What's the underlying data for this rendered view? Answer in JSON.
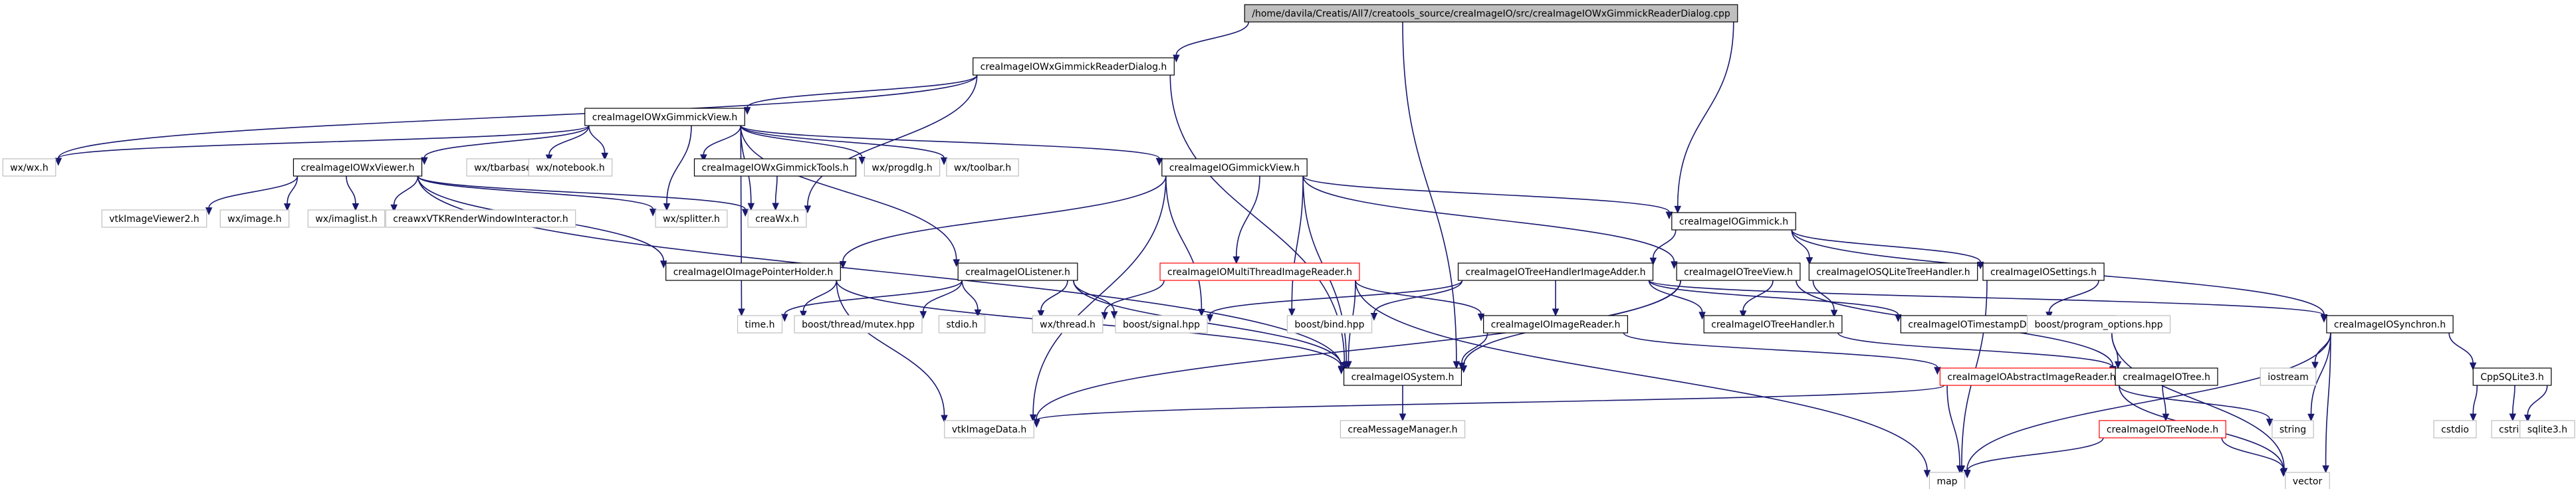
{
  "colors": {
    "edge": "#191970",
    "root_fill": "#bfbfbf",
    "node_fill": "#ffffff",
    "documented_border": "#000000",
    "undocumented_border": "#bfbfbf",
    "missing_border": "#ff0000",
    "text": "#000000"
  },
  "nodes": [
    {
      "id": "root",
      "label": "/home/davila/Creatis/All7/creatools_source/creaImageIO/src/creaImageIOWxGimmickReaderDialog.cpp",
      "kind": "root"
    },
    {
      "id": "n_readerdialog",
      "label": "creaImageIOWxGimmickReaderDialog.h",
      "kind": "documented"
    },
    {
      "id": "n_wxgimmickview",
      "label": "creaImageIOWxGimmickView.h",
      "kind": "documented"
    },
    {
      "id": "n_wxh",
      "label": "wx/wx.h",
      "kind": "external"
    },
    {
      "id": "n_wxviewer",
      "label": "creaImageIOWxViewer.h",
      "kind": "documented"
    },
    {
      "id": "n_tbarbase",
      "label": "wx/tbarbase.h",
      "kind": "external"
    },
    {
      "id": "n_notebook",
      "label": "wx/notebook.h",
      "kind": "external"
    },
    {
      "id": "n_wxgimmicktools",
      "label": "creaImageIOWxGimmickTools.h",
      "kind": "documented"
    },
    {
      "id": "n_progdlg",
      "label": "wx/progdlg.h",
      "kind": "external"
    },
    {
      "id": "n_toolbar",
      "label": "wx/toolbar.h",
      "kind": "external"
    },
    {
      "id": "n_gimmickview",
      "label": "creaImageIOGimmickView.h",
      "kind": "documented"
    },
    {
      "id": "n_gimmick",
      "label": "creaImageIOGimmick.h",
      "kind": "documented"
    },
    {
      "id": "n_vtkviewer2",
      "label": "vtkImageViewer2.h",
      "kind": "external"
    },
    {
      "id": "n_wximage",
      "label": "wx/image.h",
      "kind": "external"
    },
    {
      "id": "n_imaglist",
      "label": "wx/imaglist.h",
      "kind": "external"
    },
    {
      "id": "n_crearender",
      "label": "creawxVTKRenderWindowInteractor.h",
      "kind": "external"
    },
    {
      "id": "n_splitter",
      "label": "wx/splitter.h",
      "kind": "external"
    },
    {
      "id": "n_creawx",
      "label": "creaWx.h",
      "kind": "external"
    },
    {
      "id": "n_pointerholder",
      "label": "creaImageIOImagePointerHolder.h",
      "kind": "documented"
    },
    {
      "id": "n_listener",
      "label": "creaImageIOListener.h",
      "kind": "documented"
    },
    {
      "id": "n_multithread",
      "label": "creaImageIOMultiThreadImageReader.h",
      "kind": "missing"
    },
    {
      "id": "n_treehandleradder",
      "label": "creaImageIOTreeHandlerImageAdder.h",
      "kind": "documented"
    },
    {
      "id": "n_treeview",
      "label": "creaImageIOTreeView.h",
      "kind": "documented"
    },
    {
      "id": "n_sqlitetreehandler",
      "label": "creaImageIOSQLiteTreeHandler.h",
      "kind": "documented"
    },
    {
      "id": "n_settings",
      "label": "creaImageIOSettings.h",
      "kind": "documented"
    },
    {
      "id": "n_timeh",
      "label": "time.h",
      "kind": "external"
    },
    {
      "id": "n_mutex",
      "label": "boost/thread/mutex.hpp",
      "kind": "external"
    },
    {
      "id": "n_stdio",
      "label": "stdio.h",
      "kind": "external"
    },
    {
      "id": "n_wxthread",
      "label": "wx/thread.h",
      "kind": "external"
    },
    {
      "id": "n_signal",
      "label": "boost/signal.hpp",
      "kind": "external"
    },
    {
      "id": "n_bind",
      "label": "boost/bind.hpp",
      "kind": "external"
    },
    {
      "id": "n_imagereader",
      "label": "creaImageIOImageReader.h",
      "kind": "documented"
    },
    {
      "id": "n_treehandler",
      "label": "creaImageIOTreeHandler.h",
      "kind": "documented"
    },
    {
      "id": "n_timestampdb",
      "label": "creaImageIOTimestampDatabaseHandler.h",
      "kind": "documented"
    },
    {
      "id": "n_progopts",
      "label": "boost/program_options.hpp",
      "kind": "external"
    },
    {
      "id": "n_synchron",
      "label": "creaImageIOSynchron.h",
      "kind": "documented"
    },
    {
      "id": "n_system",
      "label": "creaImageIOSystem.h",
      "kind": "documented"
    },
    {
      "id": "n_abstractreader",
      "label": "creaImageIOAbstractImageReader.h",
      "kind": "missing"
    },
    {
      "id": "n_tree",
      "label": "creaImageIOTree.h",
      "kind": "documented"
    },
    {
      "id": "n_iostream",
      "label": "iostream",
      "kind": "external"
    },
    {
      "id": "n_cppsqlite",
      "label": "CppSQLite3.h",
      "kind": "documented"
    },
    {
      "id": "n_vtkimagedata",
      "label": "vtkImageData.h",
      "kind": "external"
    },
    {
      "id": "n_messagemanager",
      "label": "creaMessageManager.h",
      "kind": "external"
    },
    {
      "id": "n_treenode",
      "label": "creaImageIOTreeNode.h",
      "kind": "missing"
    },
    {
      "id": "n_string",
      "label": "string",
      "kind": "external"
    },
    {
      "id": "n_cstdio",
      "label": "cstdio",
      "kind": "external"
    },
    {
      "id": "n_cstring",
      "label": "cstring",
      "kind": "external"
    },
    {
      "id": "n_sqlite3",
      "label": "sqlite3.h",
      "kind": "external"
    },
    {
      "id": "n_map",
      "label": "map",
      "kind": "external"
    },
    {
      "id": "n_vector",
      "label": "vector",
      "kind": "external"
    }
  ],
  "edges": [
    [
      "root",
      "n_readerdialog"
    ],
    [
      "root",
      "n_system"
    ],
    [
      "root",
      "n_gimmick"
    ],
    [
      "n_readerdialog",
      "n_wxgimmickview"
    ],
    [
      "n_readerdialog",
      "n_wxh"
    ],
    [
      "n_readerdialog",
      "n_creawx"
    ],
    [
      "n_readerdialog",
      "n_system"
    ],
    [
      "n_wxgimmickview",
      "n_wxh"
    ],
    [
      "n_wxgimmickview",
      "n_wxviewer"
    ],
    [
      "n_wxgimmickview",
      "n_tbarbase"
    ],
    [
      "n_wxgimmickview",
      "n_notebook"
    ],
    [
      "n_wxgimmickview",
      "n_wxgimmicktools"
    ],
    [
      "n_wxgimmickview",
      "n_progdlg"
    ],
    [
      "n_wxgimmickview",
      "n_toolbar"
    ],
    [
      "n_wxgimmickview",
      "n_gimmickview"
    ],
    [
      "n_wxgimmickview",
      "n_splitter"
    ],
    [
      "n_wxgimmickview",
      "n_creawx"
    ],
    [
      "n_wxgimmickview",
      "n_listener"
    ],
    [
      "n_wxgimmickview",
      "n_timeh"
    ],
    [
      "n_wxviewer",
      "n_vtkviewer2"
    ],
    [
      "n_wxviewer",
      "n_wximage"
    ],
    [
      "n_wxviewer",
      "n_imaglist"
    ],
    [
      "n_wxviewer",
      "n_crearender"
    ],
    [
      "n_wxviewer",
      "n_splitter"
    ],
    [
      "n_wxviewer",
      "n_creawx"
    ],
    [
      "n_wxviewer",
      "n_pointerholder"
    ],
    [
      "n_wxviewer",
      "n_system"
    ],
    [
      "n_wxgimmicktools",
      "n_creawx"
    ],
    [
      "n_gimmickview",
      "n_gimmick"
    ],
    [
      "n_gimmickview",
      "n_pointerholder"
    ],
    [
      "n_gimmickview",
      "n_multithread"
    ],
    [
      "n_gimmickview",
      "n_signal"
    ],
    [
      "n_gimmickview",
      "n_bind"
    ],
    [
      "n_gimmickview",
      "n_system"
    ],
    [
      "n_gimmickview",
      "n_treeview"
    ],
    [
      "n_gimmickview",
      "n_vtkimagedata"
    ],
    [
      "n_gimmick",
      "n_treehandleradder"
    ],
    [
      "n_gimmick",
      "n_sqlitetreehandler"
    ],
    [
      "n_gimmick",
      "n_settings"
    ],
    [
      "n_gimmick",
      "n_synchron"
    ],
    [
      "n_pointerholder",
      "n_mutex"
    ],
    [
      "n_pointerholder",
      "n_vtkimagedata"
    ],
    [
      "n_pointerholder",
      "n_system"
    ],
    [
      "n_listener",
      "n_timeh"
    ],
    [
      "n_listener",
      "n_mutex"
    ],
    [
      "n_listener",
      "n_stdio"
    ],
    [
      "n_listener",
      "n_wxthread"
    ],
    [
      "n_listener",
      "n_signal"
    ],
    [
      "n_listener",
      "n_system"
    ],
    [
      "n_multithread",
      "n_wxthread"
    ],
    [
      "n_multithread",
      "n_imagereader"
    ],
    [
      "n_multithread",
      "n_system"
    ],
    [
      "n_multithread",
      "n_map"
    ],
    [
      "n_treehandleradder",
      "n_signal"
    ],
    [
      "n_treehandleradder",
      "n_imagereader"
    ],
    [
      "n_treehandleradder",
      "n_treehandler"
    ],
    [
      "n_treehandleradder",
      "n_bind"
    ],
    [
      "n_treehandleradder",
      "n_timestampdb"
    ],
    [
      "n_treehandleradder",
      "n_synchron"
    ],
    [
      "n_treeview",
      "n_treehandler"
    ],
    [
      "n_treeview",
      "n_system"
    ],
    [
      "n_treeview",
      "n_vtkimagedata"
    ],
    [
      "n_treeview",
      "n_tree"
    ],
    [
      "n_sqlitetreehandler",
      "n_treehandler"
    ],
    [
      "n_settings",
      "n_progopts"
    ],
    [
      "n_settings",
      "n_map"
    ],
    [
      "n_imagereader",
      "n_abstractreader"
    ],
    [
      "n_imagereader",
      "n_system"
    ],
    [
      "n_treehandler",
      "n_tree"
    ],
    [
      "n_timestampdb",
      "n_tree"
    ],
    [
      "n_timestampdb",
      "n_vector"
    ],
    [
      "n_synchron",
      "n_iostream"
    ],
    [
      "n_synchron",
      "n_cppsqlite"
    ],
    [
      "n_synchron",
      "n_string"
    ],
    [
      "n_synchron",
      "n_map"
    ],
    [
      "n_synchron",
      "n_vector"
    ],
    [
      "n_system",
      "n_messagemanager"
    ],
    [
      "n_abstractreader",
      "n_vtkimagedata"
    ],
    [
      "n_abstractreader",
      "n_string"
    ],
    [
      "n_abstractreader",
      "n_map"
    ],
    [
      "n_abstractreader",
      "n_vector"
    ],
    [
      "n_tree",
      "n_treenode"
    ],
    [
      "n_treenode",
      "n_map"
    ],
    [
      "n_treenode",
      "n_vector"
    ],
    [
      "n_cppsqlite",
      "n_cstdio"
    ],
    [
      "n_cppsqlite",
      "n_cstring"
    ],
    [
      "n_cppsqlite",
      "n_sqlite3"
    ]
  ]
}
